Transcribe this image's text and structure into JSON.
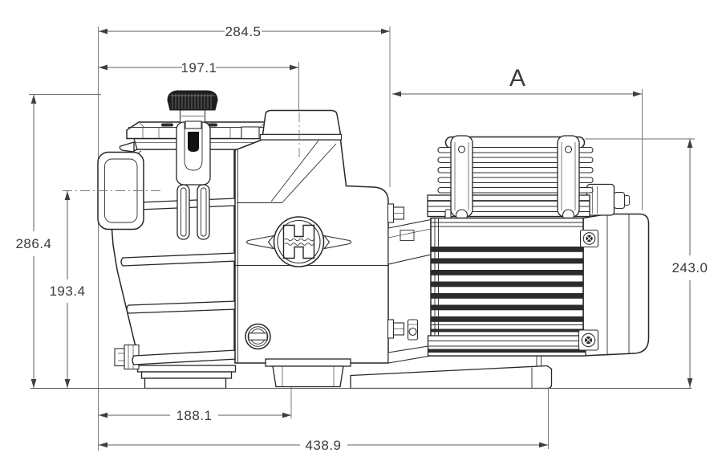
{
  "drawing": {
    "type": "technical-dimension-drawing",
    "subject": "swimming pool pump, side elevation",
    "brand_mark": "Hayward H-wave emblem",
    "colors": {
      "outline": "#262626",
      "dimension_line": "#5c5c5c",
      "text": "#3a3a3a",
      "dark_fill": "#2b2b2b",
      "background": "#ffffff"
    },
    "dimensions": {
      "top_outer_width": {
        "label": "284.5"
      },
      "top_inner_width": {
        "label": "197.1"
      },
      "motor_length": {
        "label": "A"
      },
      "overall_height": {
        "label": "286.4"
      },
      "inlet_center_height": {
        "label": "193.4"
      },
      "base_inner_length": {
        "label": "188.1"
      },
      "overall_length": {
        "label": "438.9"
      },
      "motor_height": {
        "label": "243.0"
      }
    }
  }
}
